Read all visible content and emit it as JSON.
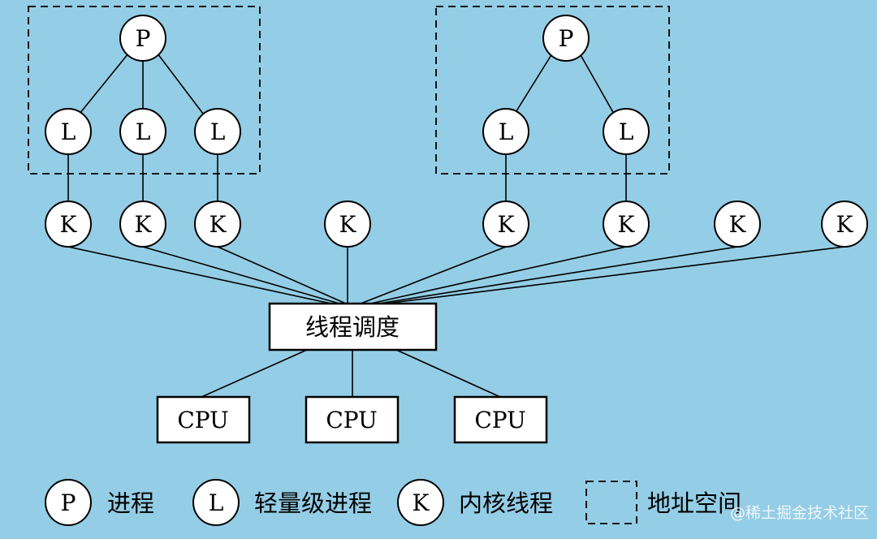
{
  "diagram": {
    "node_letters": {
      "process": "P",
      "lwp": "L",
      "kernel_thread": "K"
    },
    "scheduler_label": "线程调度",
    "cpus": [
      "CPU",
      "CPU",
      "CPU"
    ],
    "legend": {
      "process": "进程",
      "lwp": "轻量级进程",
      "kernel_thread": "内核线程",
      "address_space": "地址空间"
    }
  },
  "watermark": "@稀土掘金技术社区"
}
